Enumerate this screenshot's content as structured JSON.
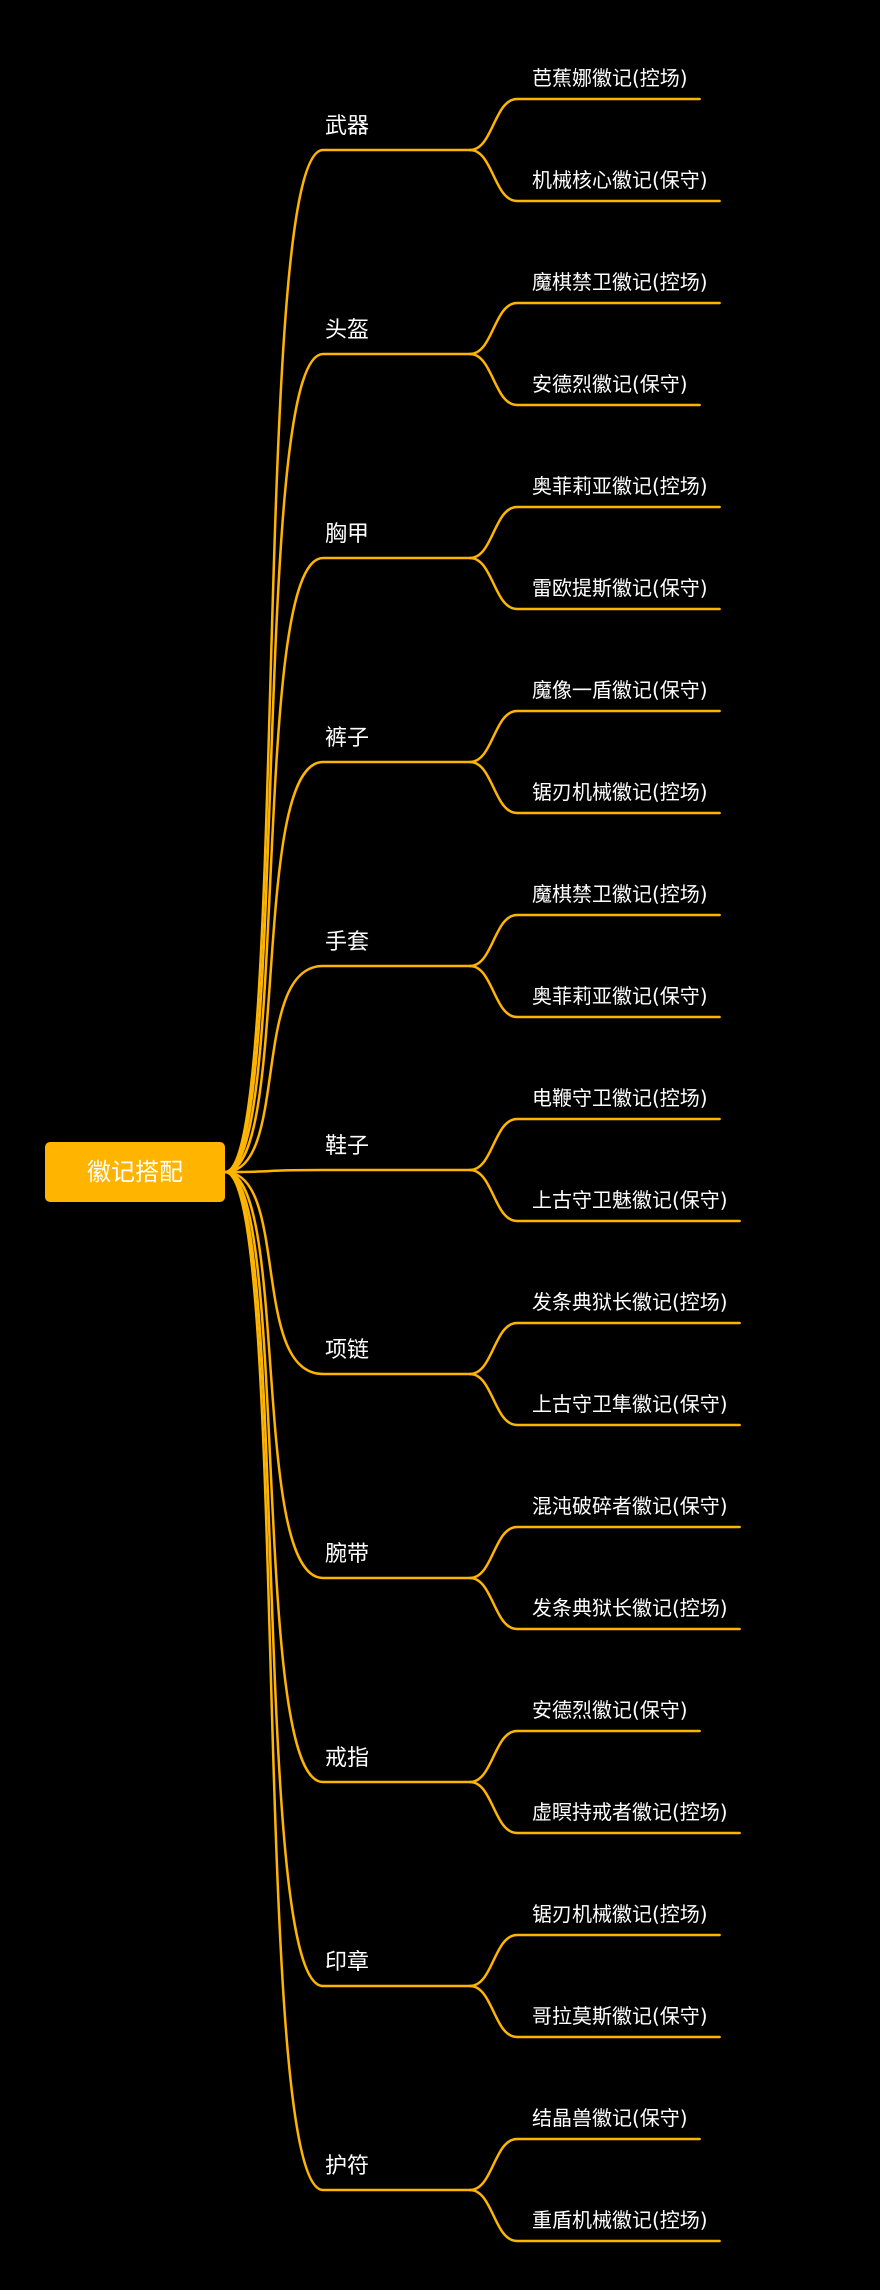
{
  "root": {
    "label": "徽记搭配"
  },
  "branch_color": "#FFB400",
  "text_color": "#FFFFFF",
  "background": "#000000",
  "categories": [
    {
      "label": "武器",
      "items": [
        {
          "label": "芭蕉娜徽记(控场)"
        },
        {
          "label": "机械核心徽记(保守)"
        }
      ]
    },
    {
      "label": "头盔",
      "items": [
        {
          "label": "魔棋禁卫徽记(控场)"
        },
        {
          "label": "安德烈徽记(保守)"
        }
      ]
    },
    {
      "label": "胸甲",
      "items": [
        {
          "label": "奥菲莉亚徽记(控场)"
        },
        {
          "label": "雷欧提斯徽记(保守)"
        }
      ]
    },
    {
      "label": "裤子",
      "items": [
        {
          "label": "魔像一盾徽记(保守)"
        },
        {
          "label": "锯刃机械徽记(控场)"
        }
      ]
    },
    {
      "label": "手套",
      "items": [
        {
          "label": "魔棋禁卫徽记(控场)"
        },
        {
          "label": "奥菲莉亚徽记(保守)"
        }
      ]
    },
    {
      "label": "鞋子",
      "items": [
        {
          "label": "电鞭守卫徽记(控场)"
        },
        {
          "label": "上古守卫魅徽记(保守)"
        }
      ]
    },
    {
      "label": "项链",
      "items": [
        {
          "label": "发条典狱长徽记(控场)"
        },
        {
          "label": "上古守卫隼徽记(保守)"
        }
      ]
    },
    {
      "label": "腕带",
      "items": [
        {
          "label": "混沌破碎者徽记(保守)"
        },
        {
          "label": "发条典狱长徽记(控场)"
        }
      ]
    },
    {
      "label": "戒指",
      "items": [
        {
          "label": "安德烈徽记(保守)"
        },
        {
          "label": "虚瞑持戒者徽记(控场)"
        }
      ]
    },
    {
      "label": "印章",
      "items": [
        {
          "label": "锯刃机械徽记(控场)"
        },
        {
          "label": "哥拉莫斯徽记(保守)"
        }
      ]
    },
    {
      "label": "护符",
      "items": [
        {
          "label": "结晶兽徽记(保守)"
        },
        {
          "label": "重盾机械徽记(控场)"
        }
      ]
    }
  ]
}
